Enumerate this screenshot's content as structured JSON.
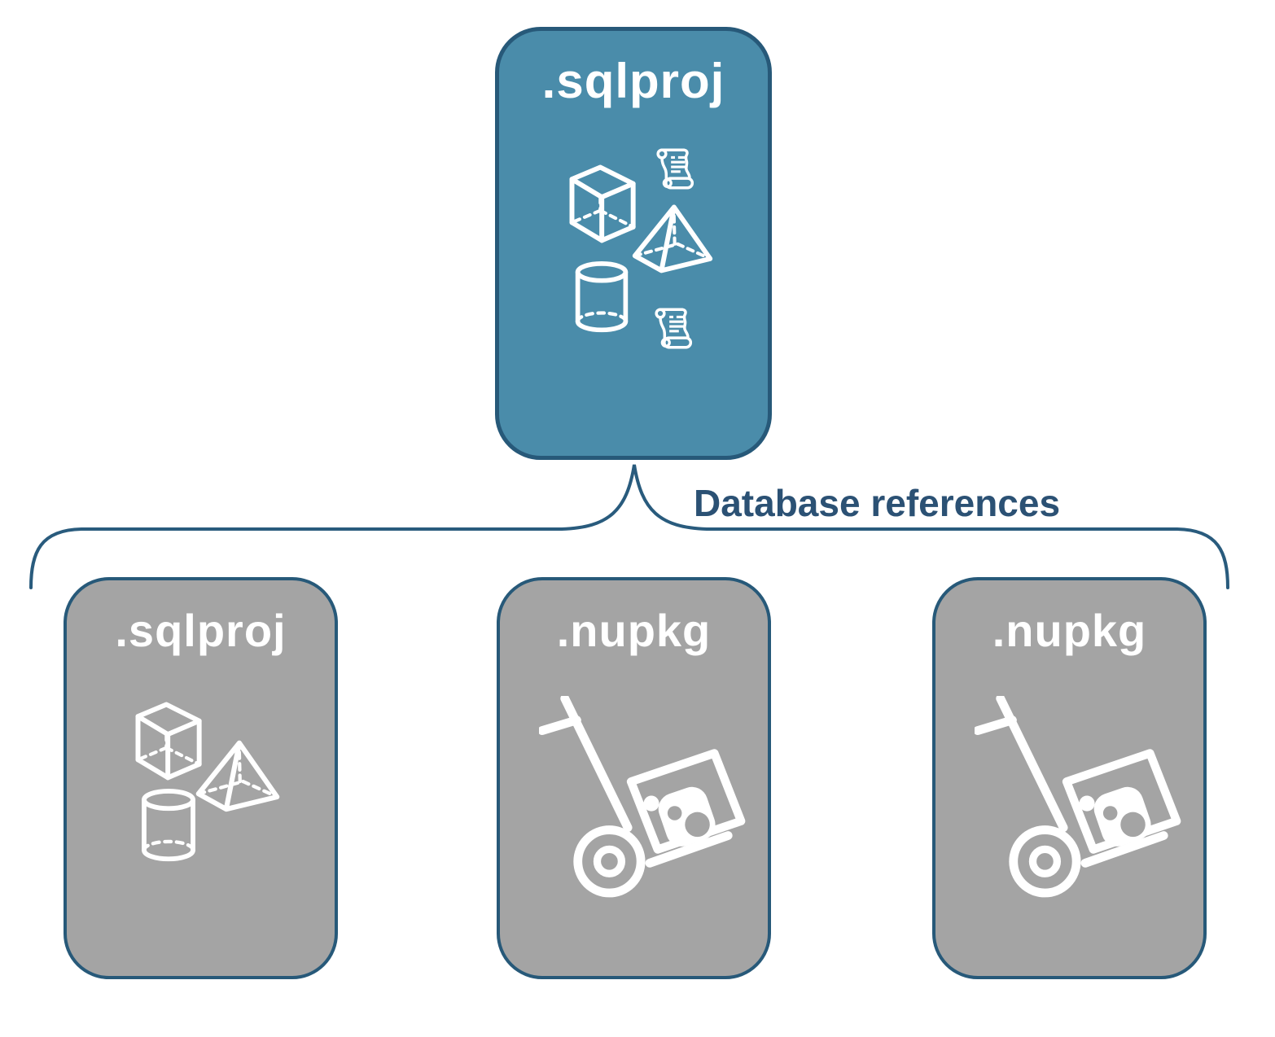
{
  "connector": {
    "label": "Database references",
    "label_color": "#2B5174",
    "brace_color": "#295B7D"
  },
  "root": {
    "label": ".sqlproj",
    "fill": "#4A8CAA",
    "border": "#275979",
    "text_color": "#FFFFFF",
    "icons": [
      "scroll-script-icon",
      "cube-icon",
      "pyramid-icon",
      "database-cylinder-icon",
      "scroll-script-icon"
    ]
  },
  "children": [
    {
      "label": ".sqlproj",
      "fill": "#A4A4A4",
      "border": "#275979",
      "text_color": "#FFFFFF",
      "icons": [
        "cube-icon",
        "pyramid-icon",
        "database-cylinder-icon"
      ]
    },
    {
      "label": ".nupkg",
      "fill": "#A4A4A4",
      "border": "#275979",
      "text_color": "#FFFFFF",
      "icons": [
        "handtruck-package-icon"
      ]
    },
    {
      "label": ".nupkg",
      "fill": "#A4A4A4",
      "border": "#275979",
      "text_color": "#FFFFFF",
      "icons": [
        "handtruck-package-icon"
      ]
    }
  ]
}
